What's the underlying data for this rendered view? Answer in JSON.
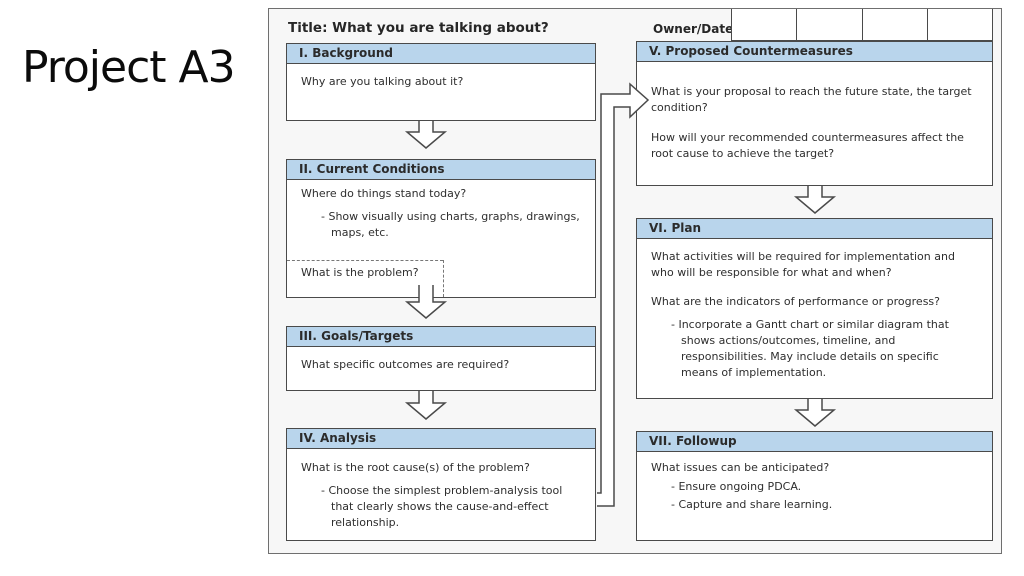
{
  "slide": {
    "title": "Project A3"
  },
  "template": {
    "title": "Title: What you are talking about?",
    "owner_date_label": "Owner/Date",
    "sections": {
      "background": {
        "heading": "I. Background",
        "q1": "Why are you talking about it?"
      },
      "current_conditions": {
        "heading": "II. Current Conditions",
        "q1": "Where do things stand today?",
        "b1": "- Show visually using charts, graphs, drawings, maps, etc.",
        "q2": "What is the problem?"
      },
      "goals_targets": {
        "heading": "III. Goals/Targets",
        "q1": "What specific outcomes are required?"
      },
      "analysis": {
        "heading": "IV. Analysis",
        "q1": "What is the root cause(s) of the problem?",
        "b1": "- Choose the simplest problem-analysis tool that clearly shows the cause-and-effect relationship."
      },
      "proposed_countermeasures": {
        "heading": "V. Proposed Countermeasures",
        "q1": "What is your proposal to reach the future state, the target condition?",
        "q2": "How will your recommended countermeasures affect the root cause to achieve the target?"
      },
      "plan": {
        "heading": "VI. Plan",
        "q1": "What activities will be required for implementation and who will be responsible for what and when?",
        "q2": "What are the indicators of performance or progress?",
        "b1": "- Incorporate a Gantt chart or similar diagram that shows actions/outcomes, timeline, and responsibilities. May include details on specific means of implementation."
      },
      "followup": {
        "heading": "VII. Followup",
        "q1": "What issues can be anticipated?",
        "b1": "- Ensure ongoing PDCA.",
        "b2": "- Capture and share learning."
      }
    }
  },
  "colors": {
    "header_fill": "#b9d5ec",
    "line": "#4a4a4a",
    "text": "#2e2e2e",
    "page_bg": "#f7f7f7",
    "box_bg": "#ffffff"
  }
}
